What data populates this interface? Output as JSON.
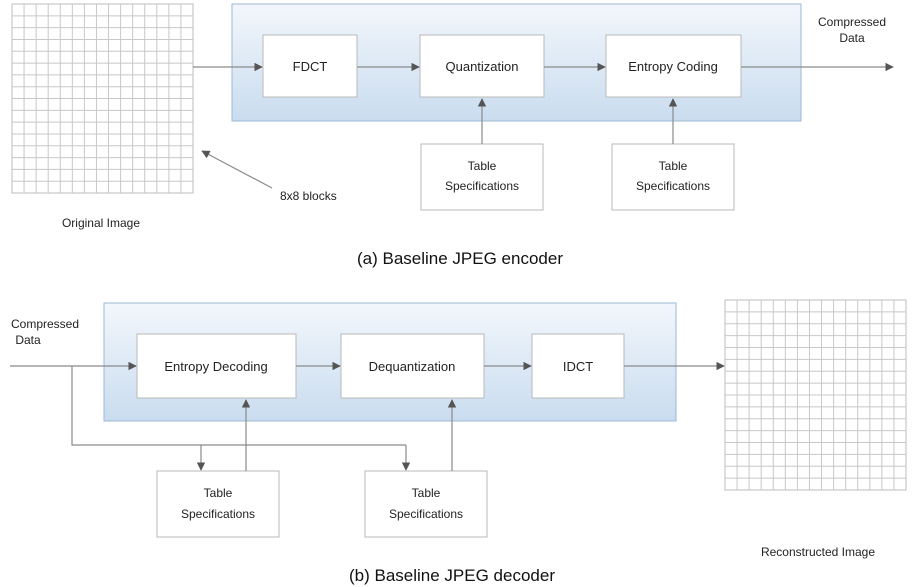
{
  "encoder": {
    "caption": "(a) Baseline JPEG encoder",
    "input_label": "Original Image",
    "blocks_label": "8x8 blocks",
    "output_label": [
      "Compressed",
      "Data"
    ],
    "stages": [
      "FDCT",
      "Quantization",
      "Entropy Coding"
    ],
    "table_box": [
      "Table",
      "Specifications"
    ]
  },
  "decoder": {
    "caption": "(b) Baseline JPEG decoder",
    "input_label": [
      "Compressed",
      "Data"
    ],
    "output_label": "Reconstructed Image",
    "stages": [
      "Entropy Decoding",
      "Dequantization",
      "IDCT"
    ],
    "table_box": [
      "Table",
      "Specifications"
    ]
  },
  "colors": {
    "panel_top": "#f3f7fc",
    "panel_bottom": "#c9dcef",
    "panel_border": "#9db8d6",
    "stage_fill": "#ffffff",
    "stage_border": "#b9b9b9",
    "line": "#8a8a8a",
    "grid_line": "#c8c8c8"
  }
}
